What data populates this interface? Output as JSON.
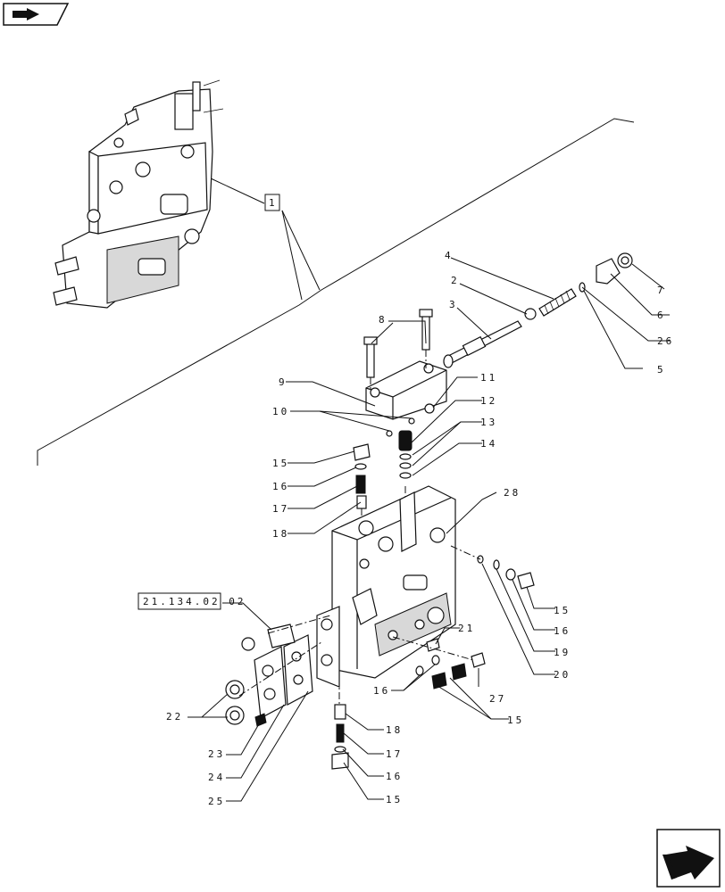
{
  "icons": {
    "top_left": "book-arrow-icon",
    "bottom_right": "next-page-arrow-icon"
  },
  "reference_box": "21.134.02 02",
  "callouts": [
    {
      "text": "1",
      "boxed": true
    },
    {
      "text": "2"
    },
    {
      "text": "3"
    },
    {
      "text": "4"
    },
    {
      "text": "5"
    },
    {
      "text": "6"
    },
    {
      "text": "7"
    },
    {
      "text": "8"
    },
    {
      "text": "9"
    },
    {
      "text": "10"
    },
    {
      "text": "11"
    },
    {
      "text": "12"
    },
    {
      "text": "13"
    },
    {
      "text": "14"
    },
    {
      "text": "15"
    },
    {
      "text": "16"
    },
    {
      "text": "17"
    },
    {
      "text": "18"
    },
    {
      "text": "26"
    },
    {
      "text": "28"
    },
    {
      "text": "15"
    },
    {
      "text": "16"
    },
    {
      "text": "19"
    },
    {
      "text": "20"
    },
    {
      "text": "21"
    },
    {
      "text": "16"
    },
    {
      "text": "15"
    },
    {
      "text": "27"
    },
    {
      "text": "22"
    },
    {
      "text": "23"
    },
    {
      "text": "24"
    },
    {
      "text": "25"
    },
    {
      "text": "18"
    },
    {
      "text": "17"
    },
    {
      "text": "16"
    },
    {
      "text": "15"
    }
  ]
}
